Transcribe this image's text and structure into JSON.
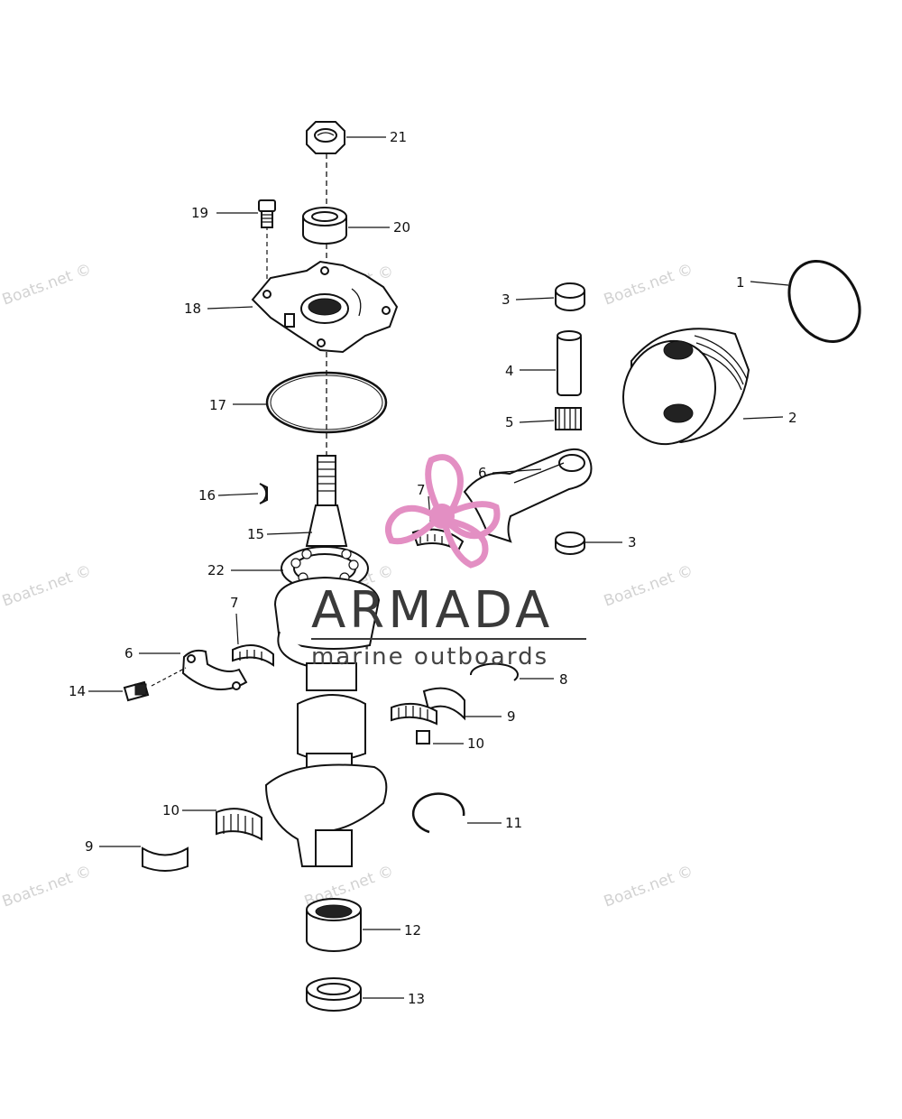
{
  "watermark_text": "Boats.net ©",
  "brand": {
    "name": "ARMADA",
    "tagline": "marine outboards",
    "logo_color": "#e38fc3"
  },
  "callouts": [
    {
      "id": "1",
      "part": "ring"
    },
    {
      "id": "2",
      "part": "piston"
    },
    {
      "id": "3",
      "part": "bearing-cap-upper"
    },
    {
      "id": "3",
      "part": "bearing-cap-lower"
    },
    {
      "id": "4",
      "part": "piston-pin"
    },
    {
      "id": "5",
      "part": "needle-bearing"
    },
    {
      "id": "6",
      "part": "connecting-rod"
    },
    {
      "id": "6",
      "part": "rod-cap"
    },
    {
      "id": "7",
      "part": "rod-bearing-upper"
    },
    {
      "id": "7",
      "part": "rod-bearing-lower"
    },
    {
      "id": "8",
      "part": "retaining-ring"
    },
    {
      "id": "9",
      "part": "bearing-race-upper"
    },
    {
      "id": "9",
      "part": "bearing-race-lower"
    },
    {
      "id": "10",
      "part": "roller-bearing-upper"
    },
    {
      "id": "10",
      "part": "roller-bearing-lower"
    },
    {
      "id": "11",
      "part": "retaining-ring-lower"
    },
    {
      "id": "12",
      "part": "bottom-bearing"
    },
    {
      "id": "13",
      "part": "bottom-seal"
    },
    {
      "id": "14",
      "part": "rod-screw"
    },
    {
      "id": "15",
      "part": "crankshaft"
    },
    {
      "id": "16",
      "part": "woodruff-key"
    },
    {
      "id": "17",
      "part": "o-ring"
    },
    {
      "id": "18",
      "part": "upper-end-cap"
    },
    {
      "id": "19",
      "part": "cap-screw"
    },
    {
      "id": "20",
      "part": "top-seal"
    },
    {
      "id": "21",
      "part": "flywheel-nut"
    },
    {
      "id": "22",
      "part": "ball-bearing"
    }
  ]
}
